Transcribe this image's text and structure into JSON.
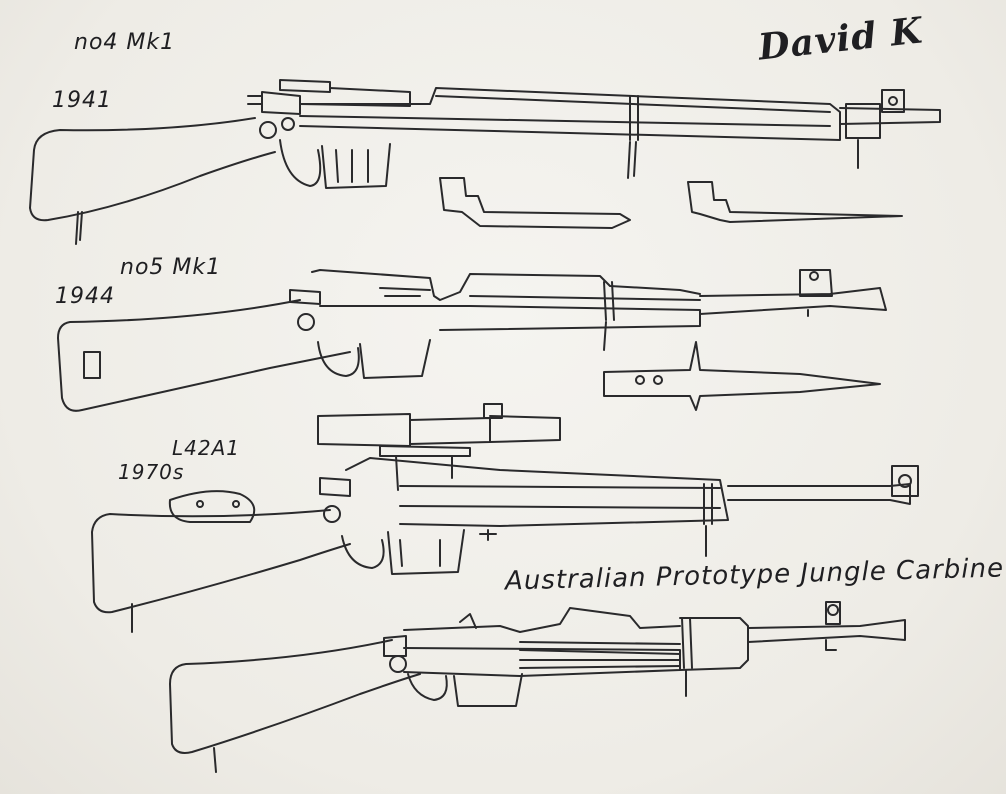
{
  "signature": "David K",
  "rifles": [
    {
      "model": "no4 Mk1",
      "year": "1941"
    },
    {
      "model": "no5 Mk1",
      "year": "1944"
    },
    {
      "model": "L42A1",
      "year": "1970s"
    },
    {
      "model": "Australian Prototype Jungle Carbine"
    }
  ],
  "colors": {
    "paper": "#f1efea",
    "ink": "#2a2a2c"
  }
}
